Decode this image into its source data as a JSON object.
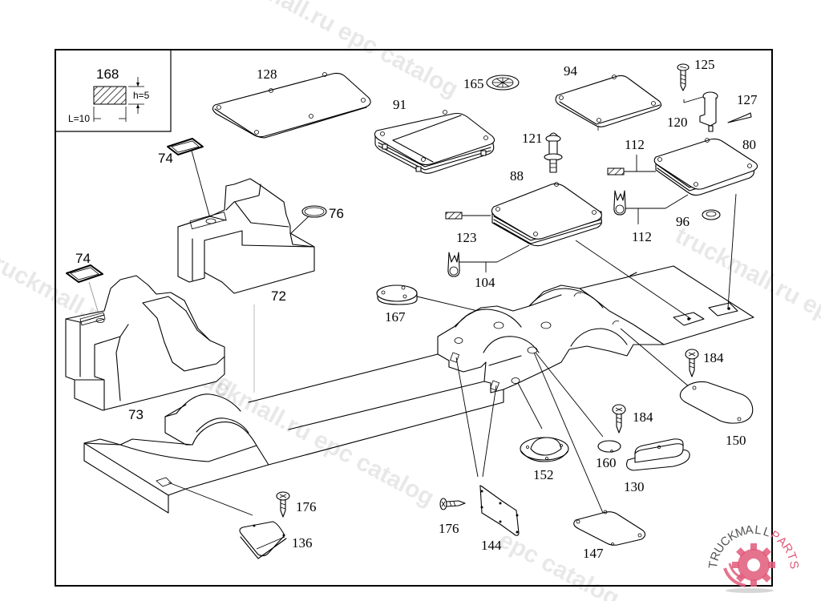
{
  "diagram": {
    "type": "exploded-parts-diagram",
    "inset": {
      "part_number": "168",
      "length_label": "L=10",
      "height_label": "h=5"
    },
    "callouts": [
      {
        "id": "c128",
        "label": "128",
        "part": "cover-plate"
      },
      {
        "id": "c165",
        "label": "165",
        "part": "grommet"
      },
      {
        "id": "c94",
        "label": "94",
        "part": "cover-plate"
      },
      {
        "id": "c125",
        "label": "125",
        "part": "screw"
      },
      {
        "id": "c127",
        "label": "127",
        "part": "pin"
      },
      {
        "id": "c120",
        "label": "120",
        "part": "lock-cylinder"
      },
      {
        "id": "c91",
        "label": "91",
        "part": "cover-with-seal"
      },
      {
        "id": "c121",
        "label": "121",
        "part": "bolt"
      },
      {
        "id": "c112a",
        "label": "112",
        "part": "sealing-strip"
      },
      {
        "id": "c80",
        "label": "80",
        "part": "cover-with-seal"
      },
      {
        "id": "c88",
        "label": "88",
        "part": "cover-with-seal"
      },
      {
        "id": "c74a",
        "label": "74",
        "part": "gasket"
      },
      {
        "id": "c76",
        "label": "76",
        "part": "ring"
      },
      {
        "id": "c72",
        "label": "72",
        "part": "tunnel-console"
      },
      {
        "id": "c112b",
        "label": "112",
        "part": "sealing-strip"
      },
      {
        "id": "c96",
        "label": "96",
        "part": "clip"
      },
      {
        "id": "c123",
        "label": "123",
        "part": "grommet"
      },
      {
        "id": "c74b",
        "label": "74",
        "part": "gasket"
      },
      {
        "id": "c104",
        "label": "104",
        "part": "clip"
      },
      {
        "id": "c167",
        "label": "167",
        "part": "plug"
      },
      {
        "id": "c73",
        "label": "73",
        "part": "tunnel-console"
      },
      {
        "id": "c184a",
        "label": "184",
        "part": "screw"
      },
      {
        "id": "c184b",
        "label": "184",
        "part": "screw"
      },
      {
        "id": "c150",
        "label": "150",
        "part": "cover-plate"
      },
      {
        "id": "c160",
        "label": "160",
        "part": "cover-plate"
      },
      {
        "id": "c152",
        "label": "152",
        "part": "cap"
      },
      {
        "id": "c130",
        "label": "130",
        "part": "housing"
      },
      {
        "id": "c176a",
        "label": "176",
        "part": "screw"
      },
      {
        "id": "c136",
        "label": "136",
        "part": "flap"
      },
      {
        "id": "c176b",
        "label": "176",
        "part": "screw"
      },
      {
        "id": "c144",
        "label": "144",
        "part": "plate"
      },
      {
        "id": "c147",
        "label": "147",
        "part": "cover-plate"
      }
    ]
  },
  "watermark": {
    "text_1": "truckmall.ru epc catalog",
    "text_2": "truckmall.ru epc catalog",
    "text_3": "truckmall.ru epc catalog",
    "text_4": "epc catalog"
  },
  "logo": {
    "text_dark": "TRUCKMALL",
    "text_accent": "PARTS",
    "accent_color": "#e05a7a",
    "dark_color": "#555555"
  }
}
